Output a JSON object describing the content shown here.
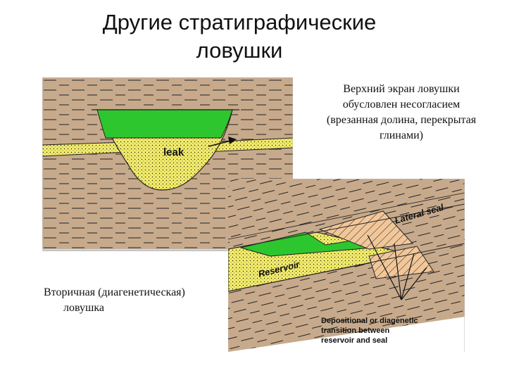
{
  "title": {
    "line1": "Другие стратиграфические",
    "line2": "ловушки"
  },
  "caption_top": {
    "line1": "Верхний экран ловушки",
    "line2": "обусловлен несогласием",
    "line3": "(врезанная долина, перекрытая",
    "line4": "глинами)"
  },
  "caption_bottom": {
    "line1": "Вторичная (диагенетическая)",
    "line2": "ловушка"
  },
  "figure_top": {
    "leak_label": "leak"
  },
  "figure_bottom": {
    "lateral_seal_label": "Lateral seal",
    "reservoir_label": "Reservoir",
    "transition_line1": "Depositional or diagenetic",
    "transition_line2": "transition between",
    "transition_line3": "reservoir and seal"
  },
  "colors": {
    "shale": "#c7aa8c",
    "sand": "#f3ec6a",
    "oil": "#2ec62e",
    "seal": "#f1c79a"
  }
}
